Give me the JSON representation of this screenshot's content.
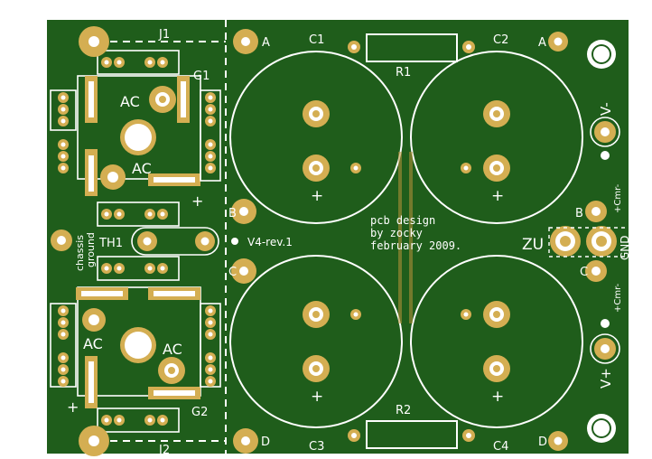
{
  "colors": {
    "board": "#1f5d1b",
    "pad": "#d4ae52",
    "pad_dark": "#b8923a",
    "hole": "#ffffff",
    "silk": "#ffffff"
  },
  "labels": {
    "j1": "J1",
    "j2": "J2",
    "g1": "G1",
    "g2": "G2",
    "c1": "C1",
    "c2": "C2",
    "c3": "C3",
    "c4": "C4",
    "r1": "R1",
    "r2": "R2",
    "th1": "TH1",
    "ac": "AC",
    "a": "A",
    "b": "B",
    "c": "C",
    "d": "D",
    "plus": "+",
    "rev": "V4-rev.1",
    "credit1": "pcb design",
    "credit2": "by zocky",
    "credit3": "february 2009.",
    "chassis1": "chassis",
    "chassis2": "ground",
    "zu": "ZU",
    "gnd": "GND",
    "cmr": "+Cmr-",
    "vminus": "V-",
    "vplus": "V+"
  }
}
